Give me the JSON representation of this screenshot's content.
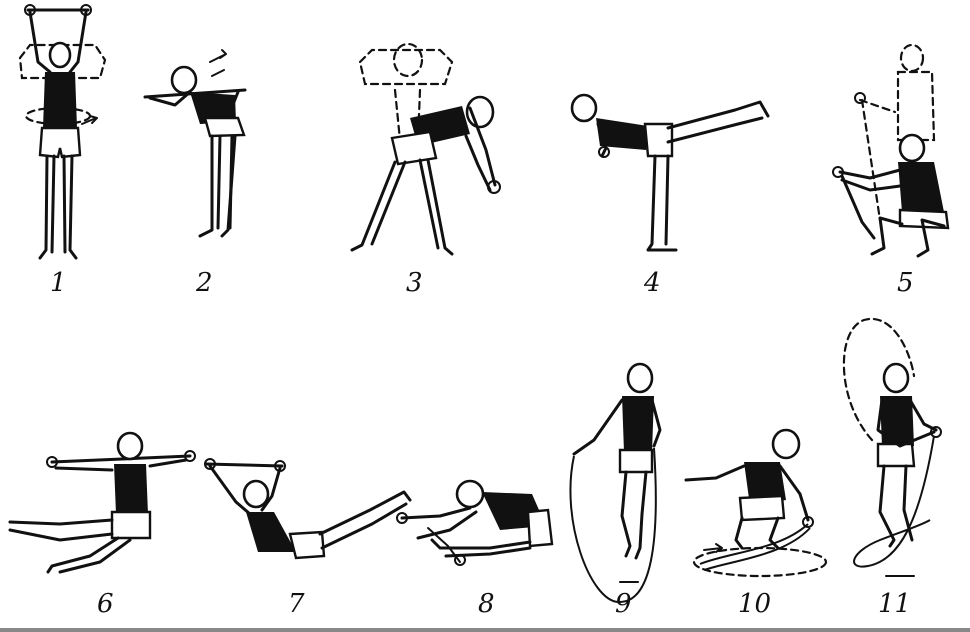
{
  "figures": [
    {
      "label": "1"
    },
    {
      "label": "2"
    },
    {
      "label": "3"
    },
    {
      "label": "4"
    },
    {
      "label": "5"
    },
    {
      "label": "6"
    },
    {
      "label": "7"
    },
    {
      "label": "8"
    },
    {
      "label": "9"
    },
    {
      "label": "10"
    },
    {
      "label": "11"
    }
  ]
}
